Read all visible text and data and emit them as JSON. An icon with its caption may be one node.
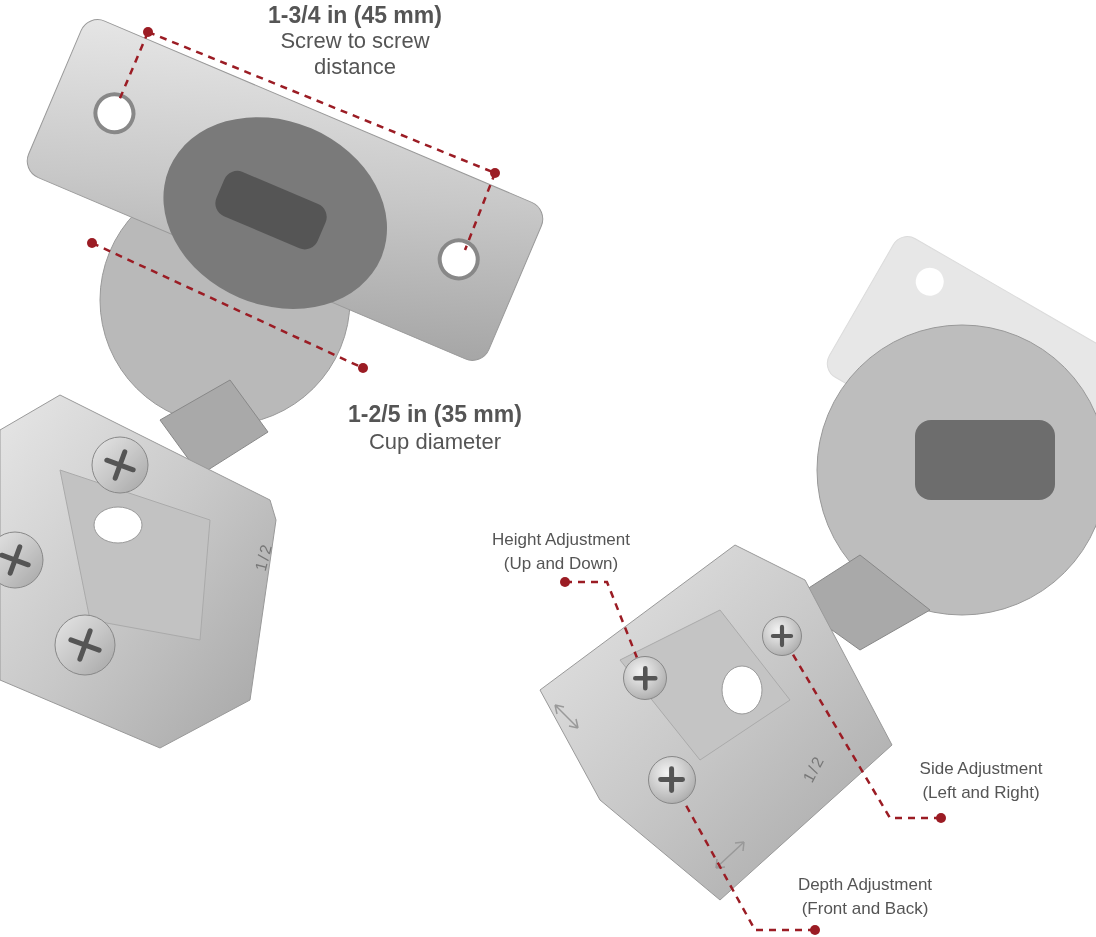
{
  "diagram": {
    "nodes": [
      {
        "text": [
          "Height Adjustment (Up and Down)"
        ]
      },
      {
        "text": [],
        "shape": "picture"
      },
      {
        "text": [
          "Side Adjustment (Left and Right)"
        ]
      },
      {
        "text": [],
        "shape": "picture"
      },
      {
        "text": [
          "Depth Adjustment (Front and Back)"
        ]
      },
      {
        "text": [],
        "shape": "picture"
      }
    ],
    "edges": [
      {
        "from": 0,
        "to": 1,
        "arrow": "other",
        "style": "dashed"
      },
      {
        "from": 2,
        "to": 3,
        "arrow": "other",
        "style": "dashed"
      },
      {
        "from": 4,
        "to": 5,
        "arrow": "other",
        "style": "dashed"
      }
    ],
    "labels": [
      "1-3/4 in (45 mm)",
      "Screw to screw distance",
      "1-2/5 in (35 mm)",
      "Cup diameter",
      "1/2",
      "1/2"
    ]
  }
}
